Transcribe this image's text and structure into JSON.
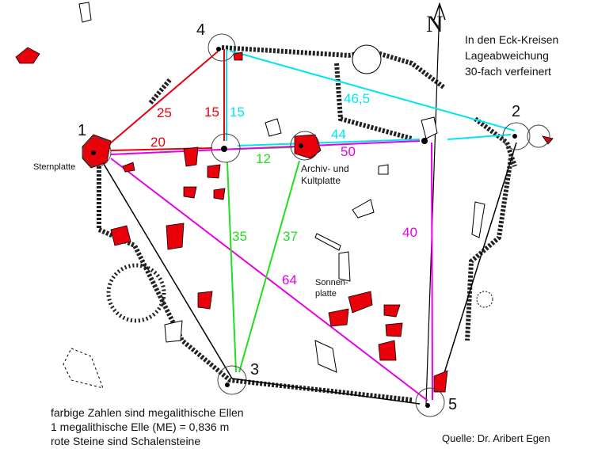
{
  "header": {
    "north": "N",
    "legend_lines": [
      "In den Eck-Kreisen",
      "Lageabweichung",
      "30-fach verfeinert"
    ]
  },
  "points": {
    "p1": "1",
    "p2": "2",
    "p3": "3",
    "p4": "4",
    "p5": "5"
  },
  "labels": {
    "sternplatte": "Sternplatte",
    "archiv_line1": "Archiv- und",
    "archiv_line2": "Kultplatte",
    "sonnen_line1": "Sonnen-",
    "sonnen_line2": "platte"
  },
  "measures": {
    "red_25": "25",
    "red_15": "15",
    "cyan_15": "15",
    "cyan_46_5": "46,5",
    "red_20": "20",
    "green_12": "12",
    "cyan_44": "44",
    "magenta_50": "50",
    "green_35": "35",
    "green_37": "37",
    "magenta_40": "40",
    "magenta_64": "64"
  },
  "colors": {
    "red": "#e8000b",
    "cyan": "#00e5f0",
    "magenta": "#e600e6",
    "green": "#22dd22"
  },
  "footer": {
    "line1": "farbige Zahlen sind megalithische Ellen",
    "line2": "1 megalithische Elle (ME) = 0,836 m",
    "line3": "rote Steine sind Schalensteine",
    "source": "Quelle: Dr. Aribert Egen"
  }
}
